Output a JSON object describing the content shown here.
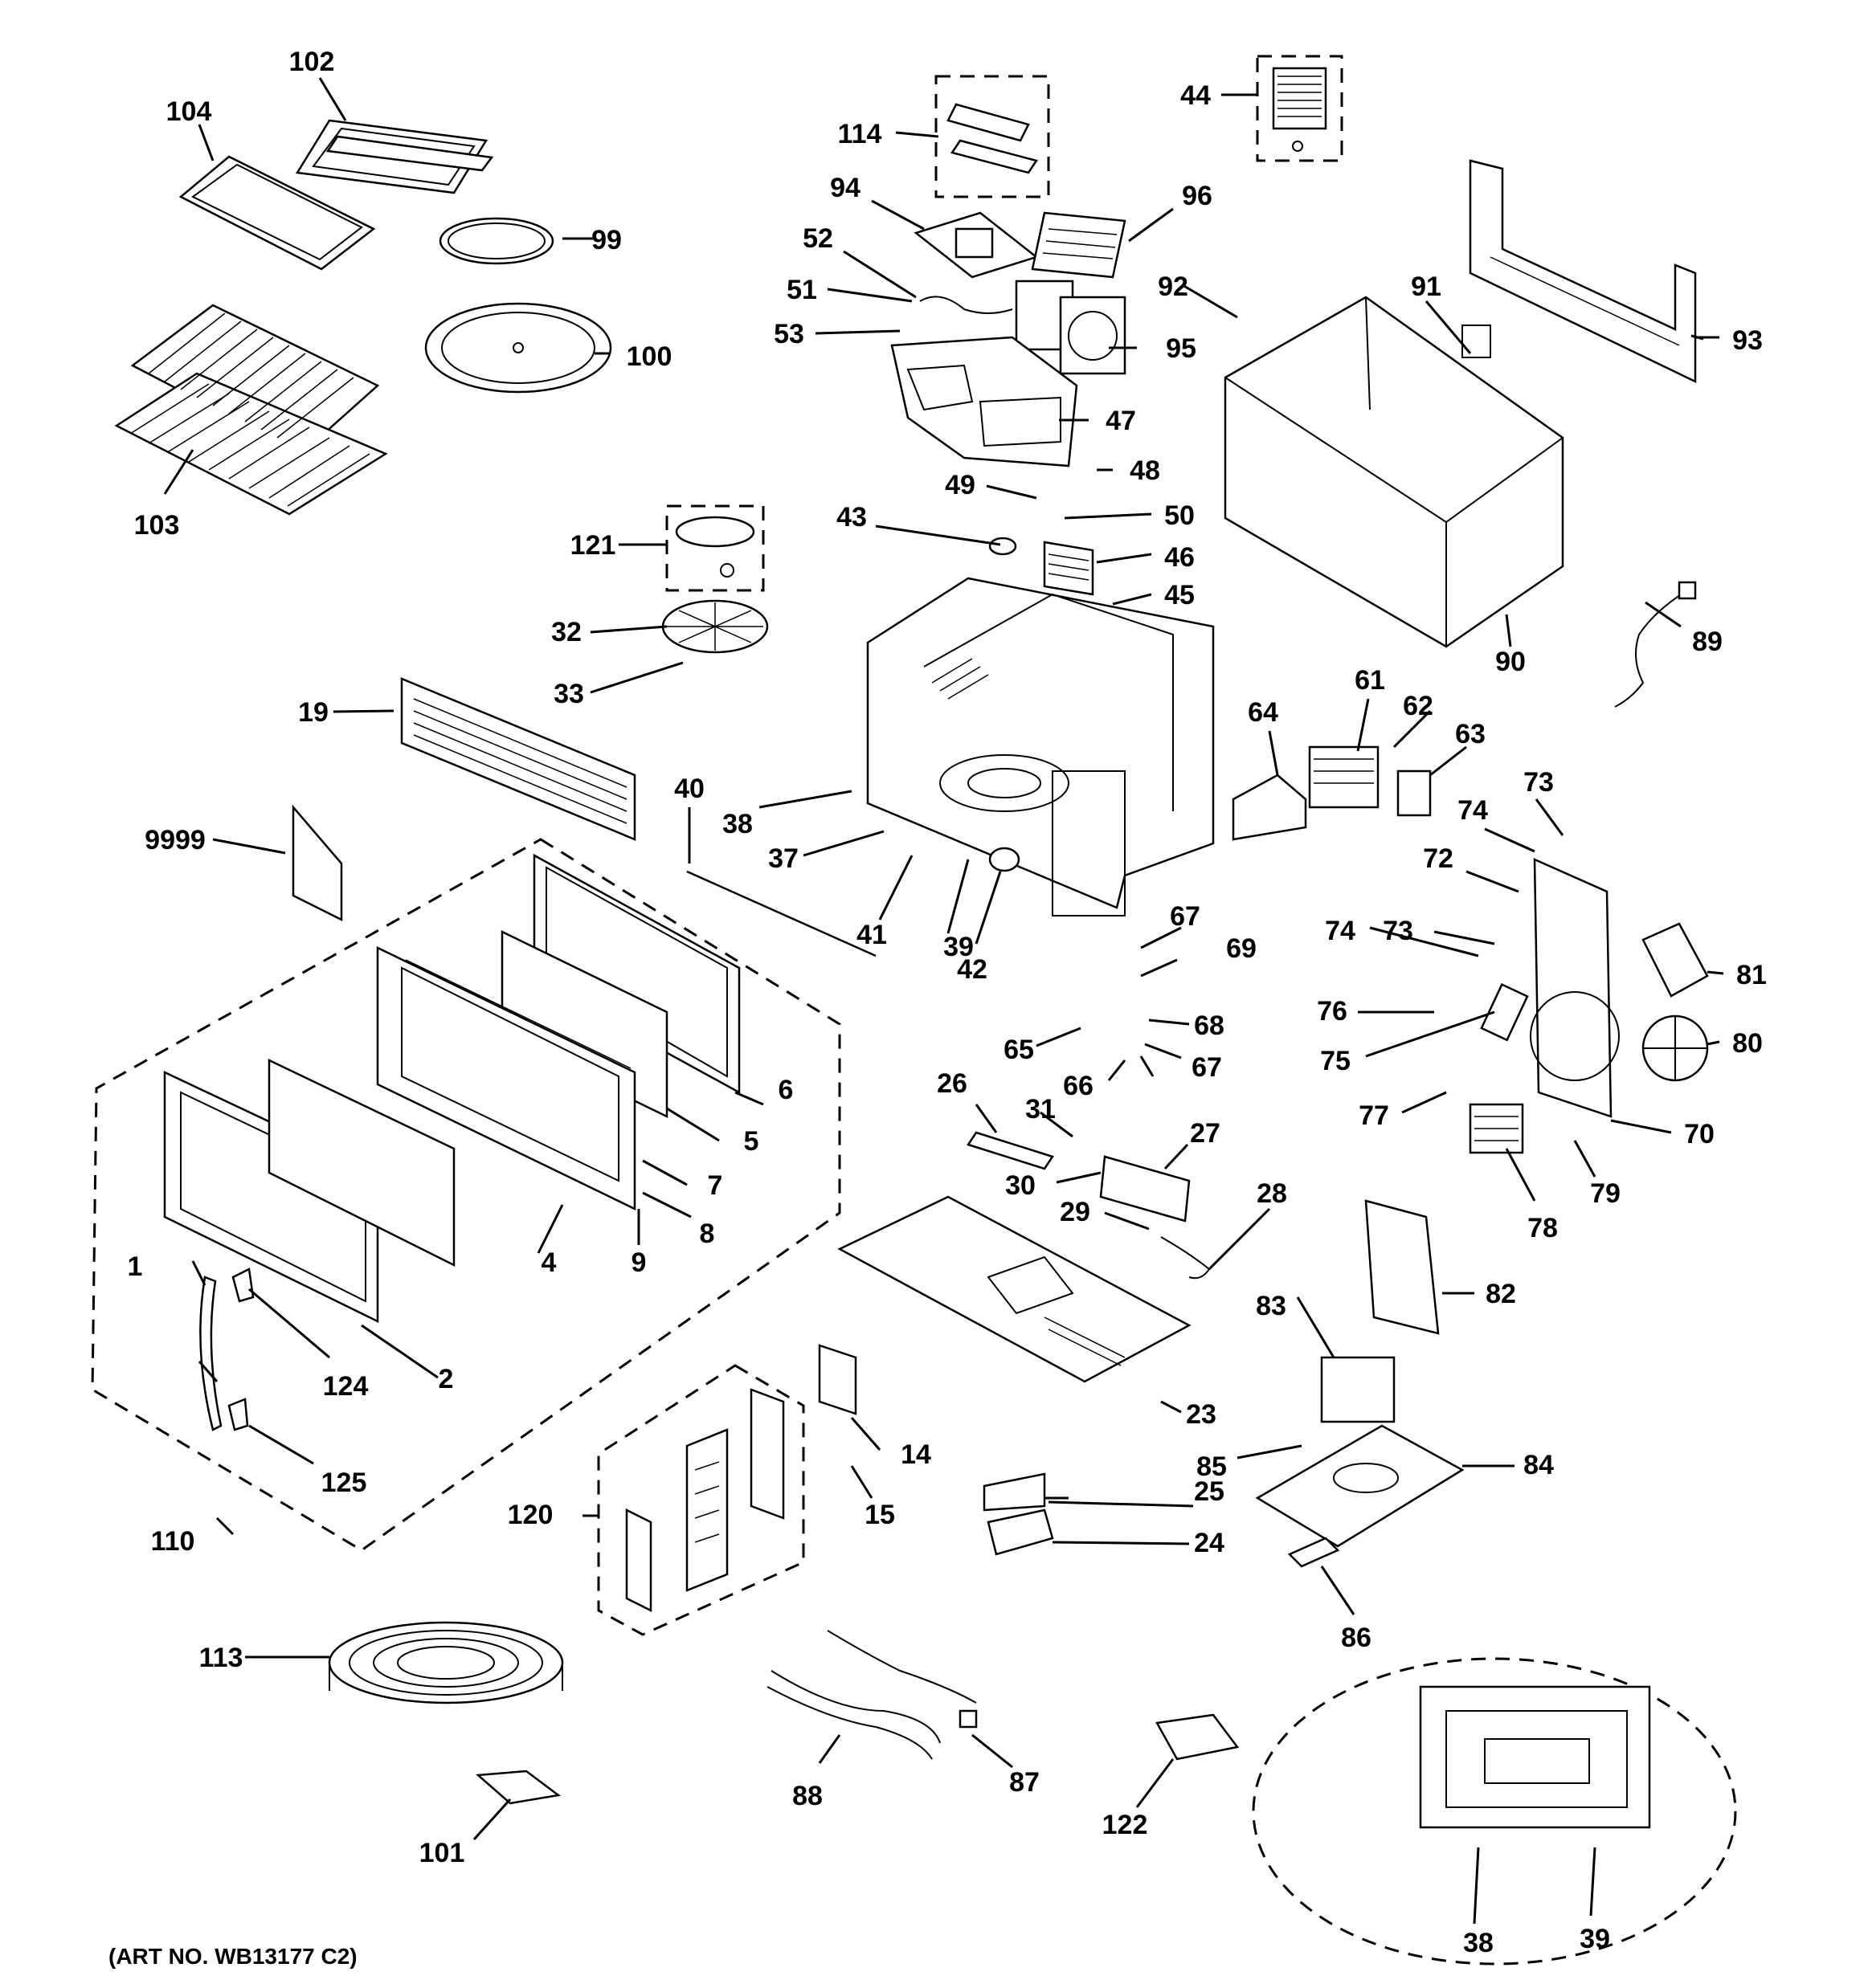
{
  "diagram": {
    "art_number": "(ART NO. WB13177 C2)",
    "part_labels": {
      "l1": "1",
      "l2": "2",
      "l4": "4",
      "l5": "5",
      "l6": "6",
      "l7": "7",
      "l8": "8",
      "l9": "9",
      "l14": "14",
      "l15": "15",
      "l19": "19",
      "l23": "23",
      "l24": "24",
      "l25": "25",
      "l26": "26",
      "l27": "27",
      "l28": "28",
      "l29": "29",
      "l30": "30",
      "l31": "31",
      "l32": "32",
      "l33": "33",
      "l37": "37",
      "l38a": "38",
      "l38b": "38",
      "l39a": "39",
      "l39b": "39",
      "l40": "40",
      "l41": "41",
      "l42": "42",
      "l43": "43",
      "l44": "44",
      "l45": "45",
      "l46": "46",
      "l47": "47",
      "l48": "48",
      "l49": "49",
      "l50": "50",
      "l51": "51",
      "l52": "52",
      "l53": "53",
      "l61": "61",
      "l62": "62",
      "l63": "63",
      "l64": "64",
      "l65": "65",
      "l66": "66",
      "l67a": "67",
      "l67b": "67",
      "l68": "68",
      "l69": "69",
      "l70": "70",
      "l72": "72",
      "l73a": "73",
      "l73b": "73",
      "l74a": "74",
      "l74b": "74",
      "l75": "75",
      "l76": "76",
      "l77": "77",
      "l78": "78",
      "l79": "79",
      "l80": "80",
      "l81": "81",
      "l82": "82",
      "l83": "83",
      "l84": "84",
      "l85": "85",
      "l86": "86",
      "l87": "87",
      "l88": "88",
      "l89": "89",
      "l90": "90",
      "l91": "91",
      "l92": "92",
      "l93": "93",
      "l94": "94",
      "l95": "95",
      "l96": "96",
      "l99": "99",
      "l100": "100",
      "l101": "101",
      "l102": "102",
      "l103": "103",
      "l104": "104",
      "l110": "110",
      "l113": "113",
      "l114": "114",
      "l120": "120",
      "l121": "121",
      "l122": "122",
      "l124": "124",
      "l125": "125",
      "l9999": "9999"
    }
  }
}
